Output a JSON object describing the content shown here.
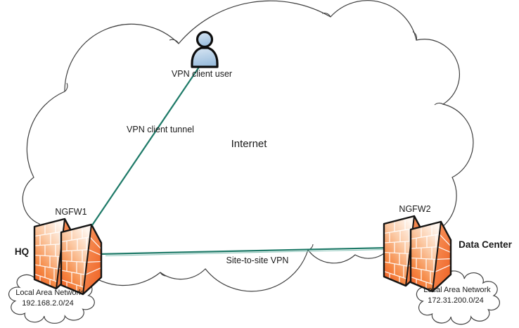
{
  "diagram": {
    "internet_label": "Internet",
    "vpn_client_user_label": "VPN client user",
    "vpn_client_tunnel_label": "VPN client tunnel",
    "site_to_site_label": "Site-to-site VPN",
    "firewall1": {
      "name": "NGFW1",
      "site_label": "HQ",
      "lan": {
        "line1": "Local Area Network",
        "line2": "192.168.2.0/24"
      }
    },
    "firewall2": {
      "name": "NGFW2",
      "site_label": "Data Center",
      "lan": {
        "line1": "Local Area Network",
        "line2": "172.31.200.0/24"
      }
    }
  },
  "colors": {
    "vpn_line": "#1e7a68",
    "vpn_line_light": "#8ec6bb",
    "firewall_orange": "#f0662b",
    "person_blue": "#a9c6e0",
    "cloud_outline": "#3f3f3f",
    "text": "#1a1a1a"
  }
}
